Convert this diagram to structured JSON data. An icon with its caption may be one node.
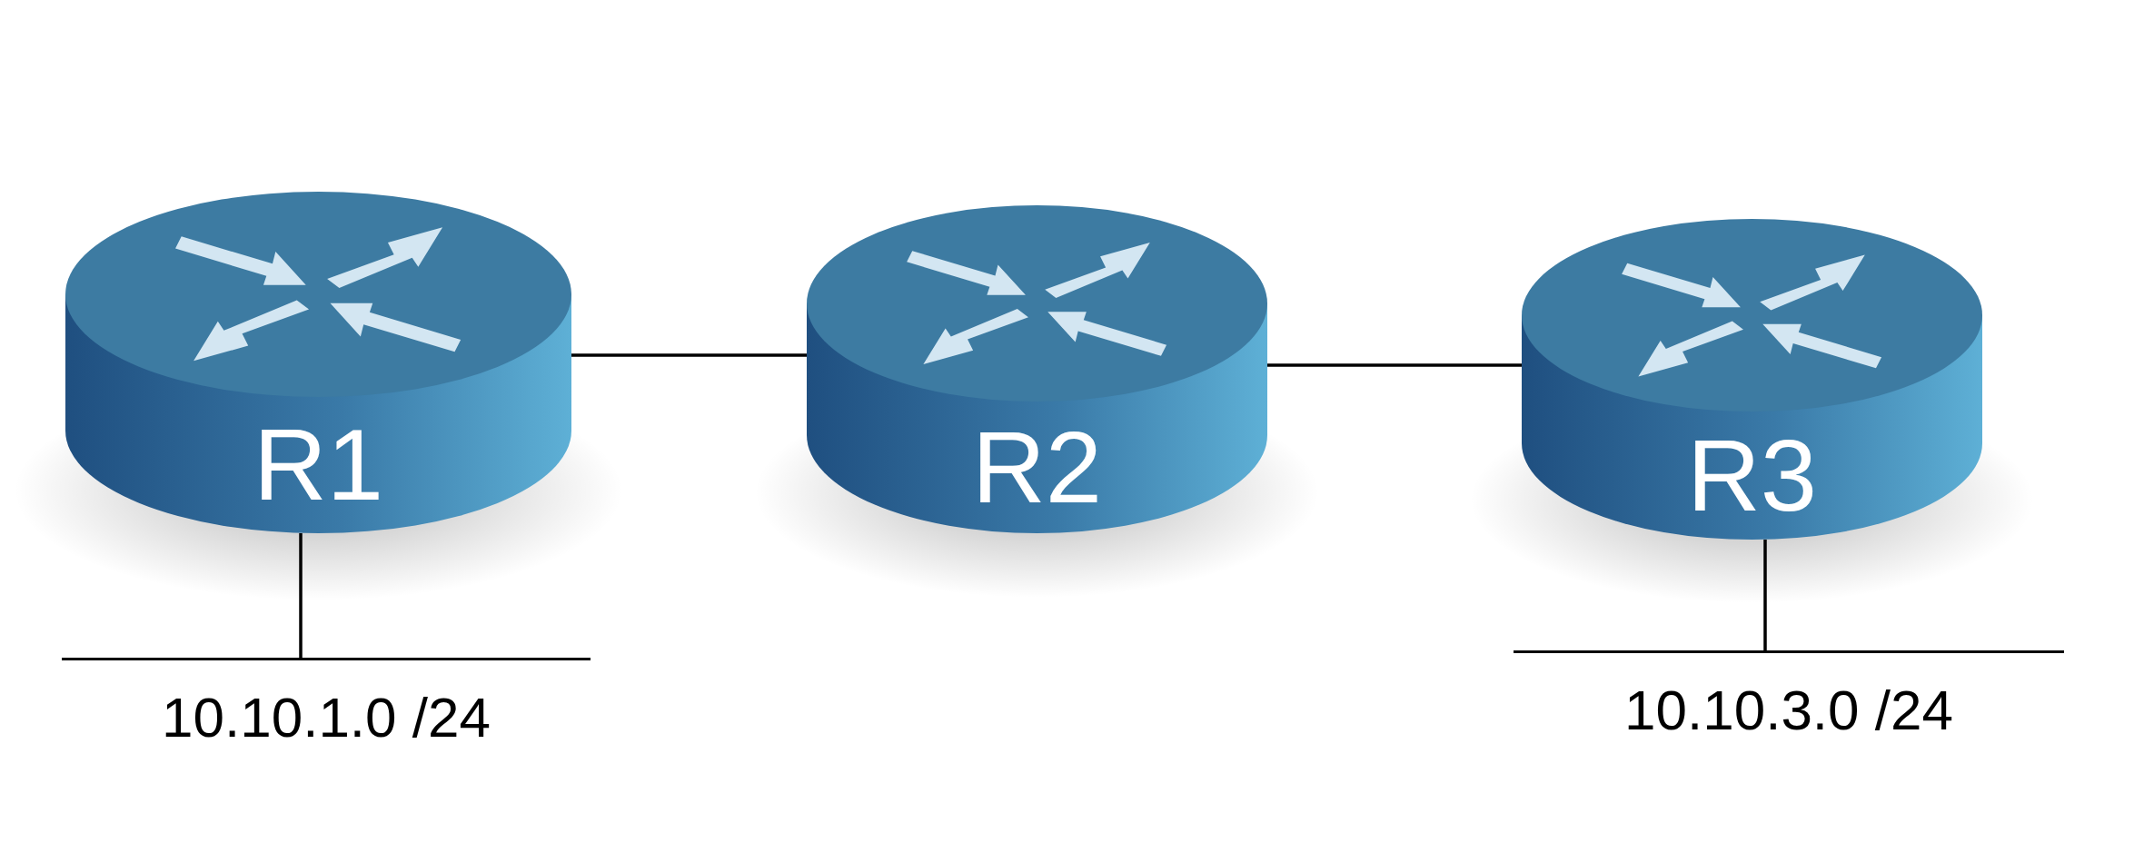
{
  "diagram": {
    "nodes": [
      {
        "text": [
          "R1"
        ]
      },
      {
        "text": [
          "R2"
        ]
      },
      {
        "text": [
          "R3"
        ]
      },
      {
        "text": [],
        "shape": "bar",
        "beside": [
          "10.10.1.0 /24"
        ]
      },
      {
        "text": [],
        "shape": "bar",
        "beside": [
          "10.10.3.0 /24"
        ]
      }
    ],
    "edges": [
      {
        "from": 0,
        "to": 1,
        "arrow": "none"
      },
      {
        "from": 1,
        "to": 2,
        "arrow": "none"
      },
      {
        "from": 0,
        "to": 3,
        "arrow": "none"
      },
      {
        "from": 2,
        "to": 4,
        "arrow": "none"
      }
    ]
  }
}
